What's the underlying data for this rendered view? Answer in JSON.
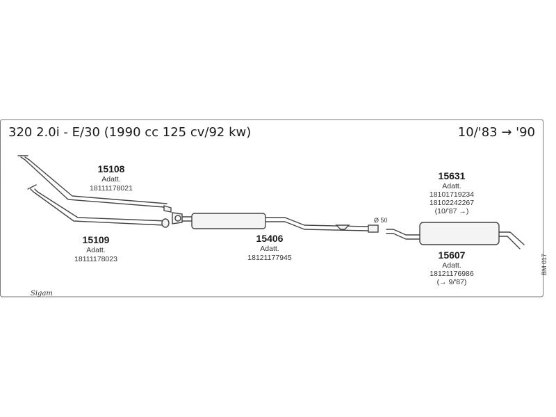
{
  "header": {
    "title": "320 2.0i - E/30 (1990 cc 125 cv/92 kw)",
    "date_range": "10/'83 → '90"
  },
  "parts": [
    {
      "id": "p15108",
      "number": "15108",
      "lines": [
        "Adatt.",
        "18111178021"
      ]
    },
    {
      "id": "p15109",
      "number": "15109",
      "lines": [
        "Adatt.",
        "18111178023"
      ]
    },
    {
      "id": "p15406",
      "number": "15406",
      "lines": [
        "Adatt.",
        "18121177945"
      ]
    },
    {
      "id": "p15631",
      "number": "15631",
      "lines": [
        "Adatt.",
        "18101719234",
        "18102242267",
        "(10/'87 →)"
      ]
    },
    {
      "id": "p15607",
      "number": "15607",
      "lines": [
        "Adatt.",
        "18121176986",
        "(→ 9/'87)"
      ]
    }
  ],
  "annotations": {
    "diameter": "Ø 50",
    "code": "BM 017",
    "logo": "Sigam"
  }
}
